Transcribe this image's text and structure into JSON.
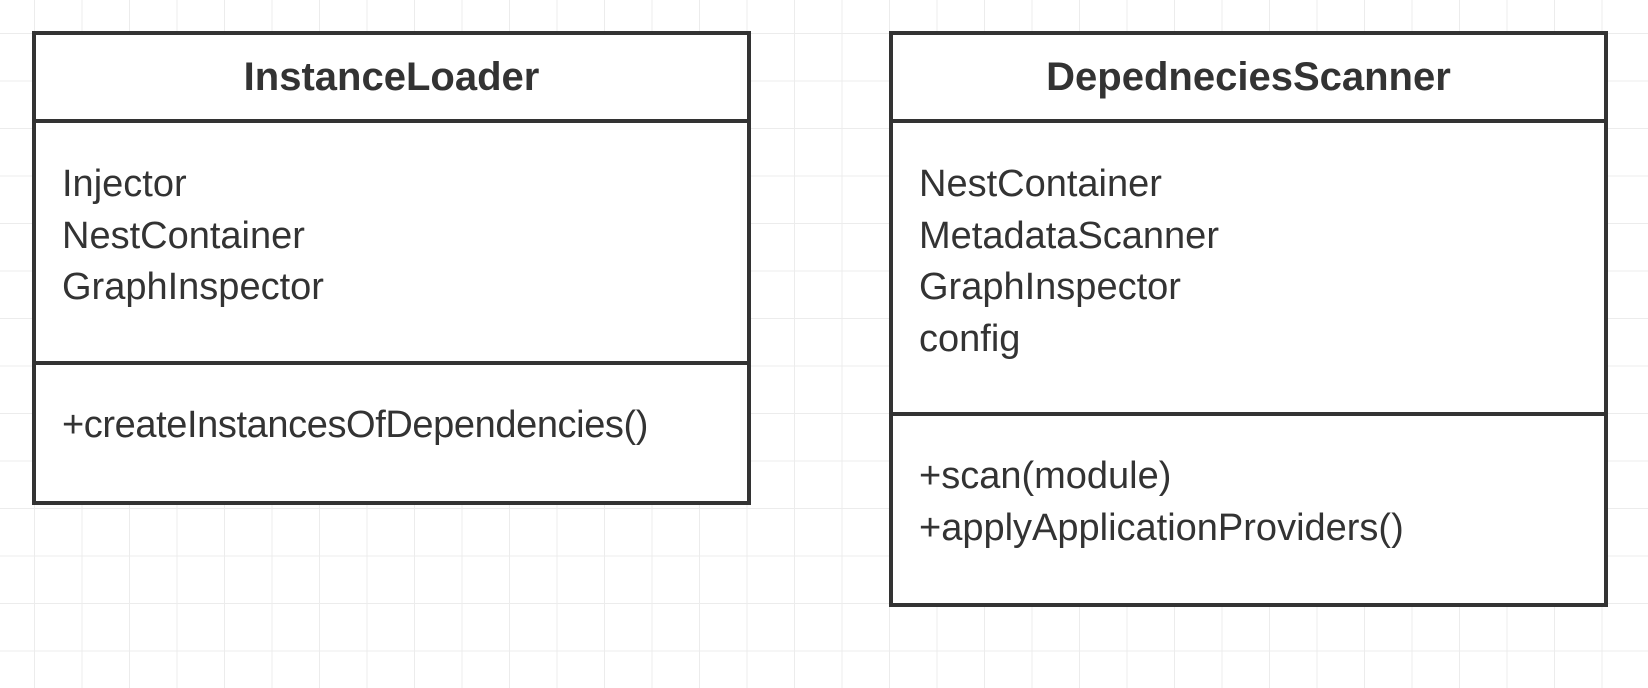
{
  "classes": [
    {
      "name": "InstanceLoader",
      "attributes": [
        "Injector",
        "NestContainer",
        "GraphInspector"
      ],
      "methods": [
        "+createInstancesOfDependencies()"
      ]
    },
    {
      "name": "DepedneciesScanner",
      "attributes": [
        "NestContainer",
        "MetadataScanner",
        "GraphInspector",
        "config"
      ],
      "methods": [
        "+scan(module)",
        "+applyApplicationProviders()"
      ]
    }
  ]
}
